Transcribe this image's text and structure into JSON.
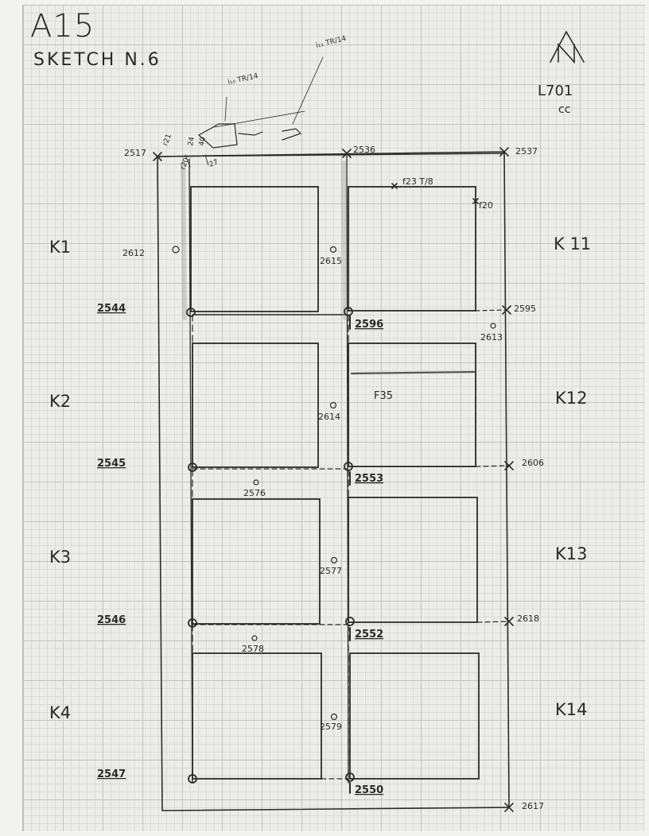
{
  "sheet": {
    "title": "A15",
    "subtitle": "SKETCH N.6",
    "north_symbol": "north-arrow-icon",
    "ref_code": "L701",
    "ref_sub": "cc"
  },
  "annotations": {
    "i10": "i₁₀ TR/14",
    "i11": "i₁₁ TR/14",
    "f23": "f23 T/8",
    "f20": "f20",
    "f35": "F35",
    "edge_labels": [
      "r21",
      "r20",
      "27",
      "24",
      "40"
    ]
  },
  "columns_left": [
    "K1",
    "K2",
    "K3",
    "K4"
  ],
  "columns_right": [
    "K 11",
    "K12",
    "K13",
    "K14"
  ],
  "points": {
    "corners": [
      "2517",
      "2536",
      "2537",
      "2595",
      "2606",
      "2618",
      "2617"
    ],
    "left_row": [
      "2544",
      "2545",
      "2546",
      "2547"
    ],
    "center_row": [
      "2596",
      "2553",
      "2552",
      "2550"
    ],
    "benchmarks": [
      "2612",
      "2615",
      "2613",
      "2614",
      "2576",
      "2577",
      "2578",
      "2579"
    ]
  }
}
